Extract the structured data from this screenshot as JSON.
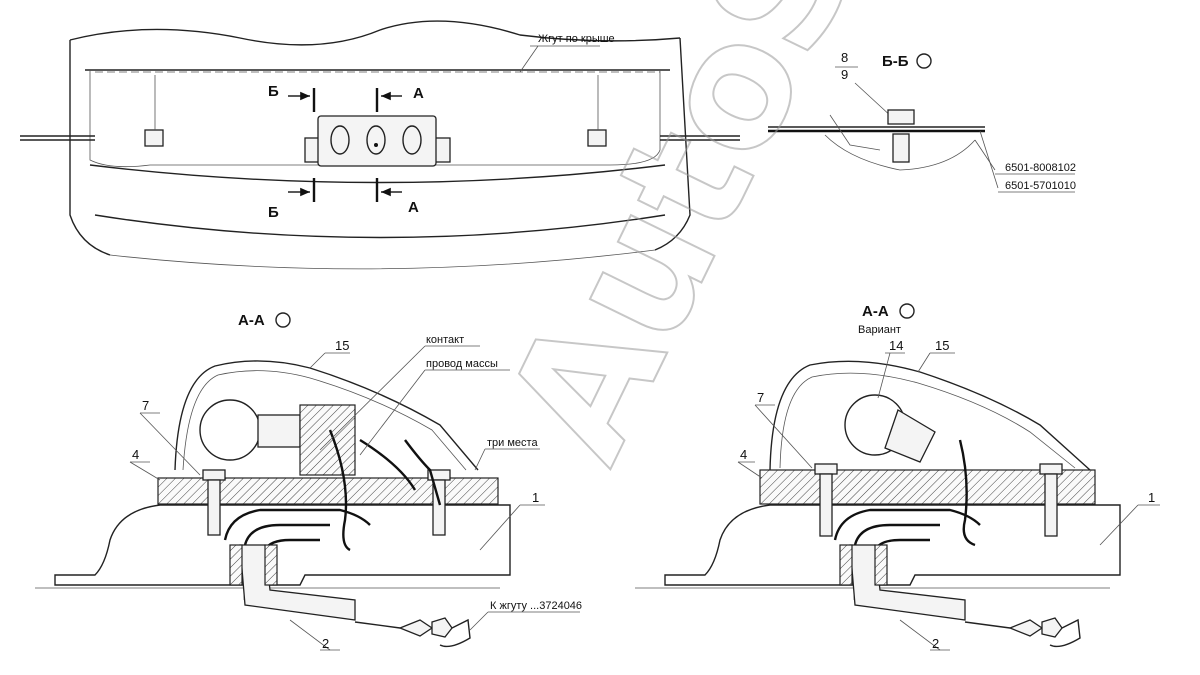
{
  "watermark": "AutoSoft",
  "top_view": {
    "harness_label": "Жгут по крыше",
    "section_a_letter": "А",
    "section_b_letter": "Б"
  },
  "section_bb": {
    "title": "Б-Б",
    "part_8": "8",
    "part_9": "9",
    "ref_1": "6501-8008102",
    "ref_2": "6501-5701010"
  },
  "section_aa_left": {
    "title": "А-А",
    "part_15": "15",
    "part_7": "7",
    "part_4": "4",
    "part_1": "1",
    "part_2": "2",
    "contact": "контакт",
    "ground_wire": "провод массы",
    "three_places": "три места",
    "to_harness": "К жгуту ...3724046"
  },
  "section_aa_right": {
    "title": "А-А",
    "variant": "Вариант",
    "part_14": "14",
    "part_15": "15",
    "part_7": "7",
    "part_4": "4",
    "part_1": "1",
    "part_2": "2"
  }
}
